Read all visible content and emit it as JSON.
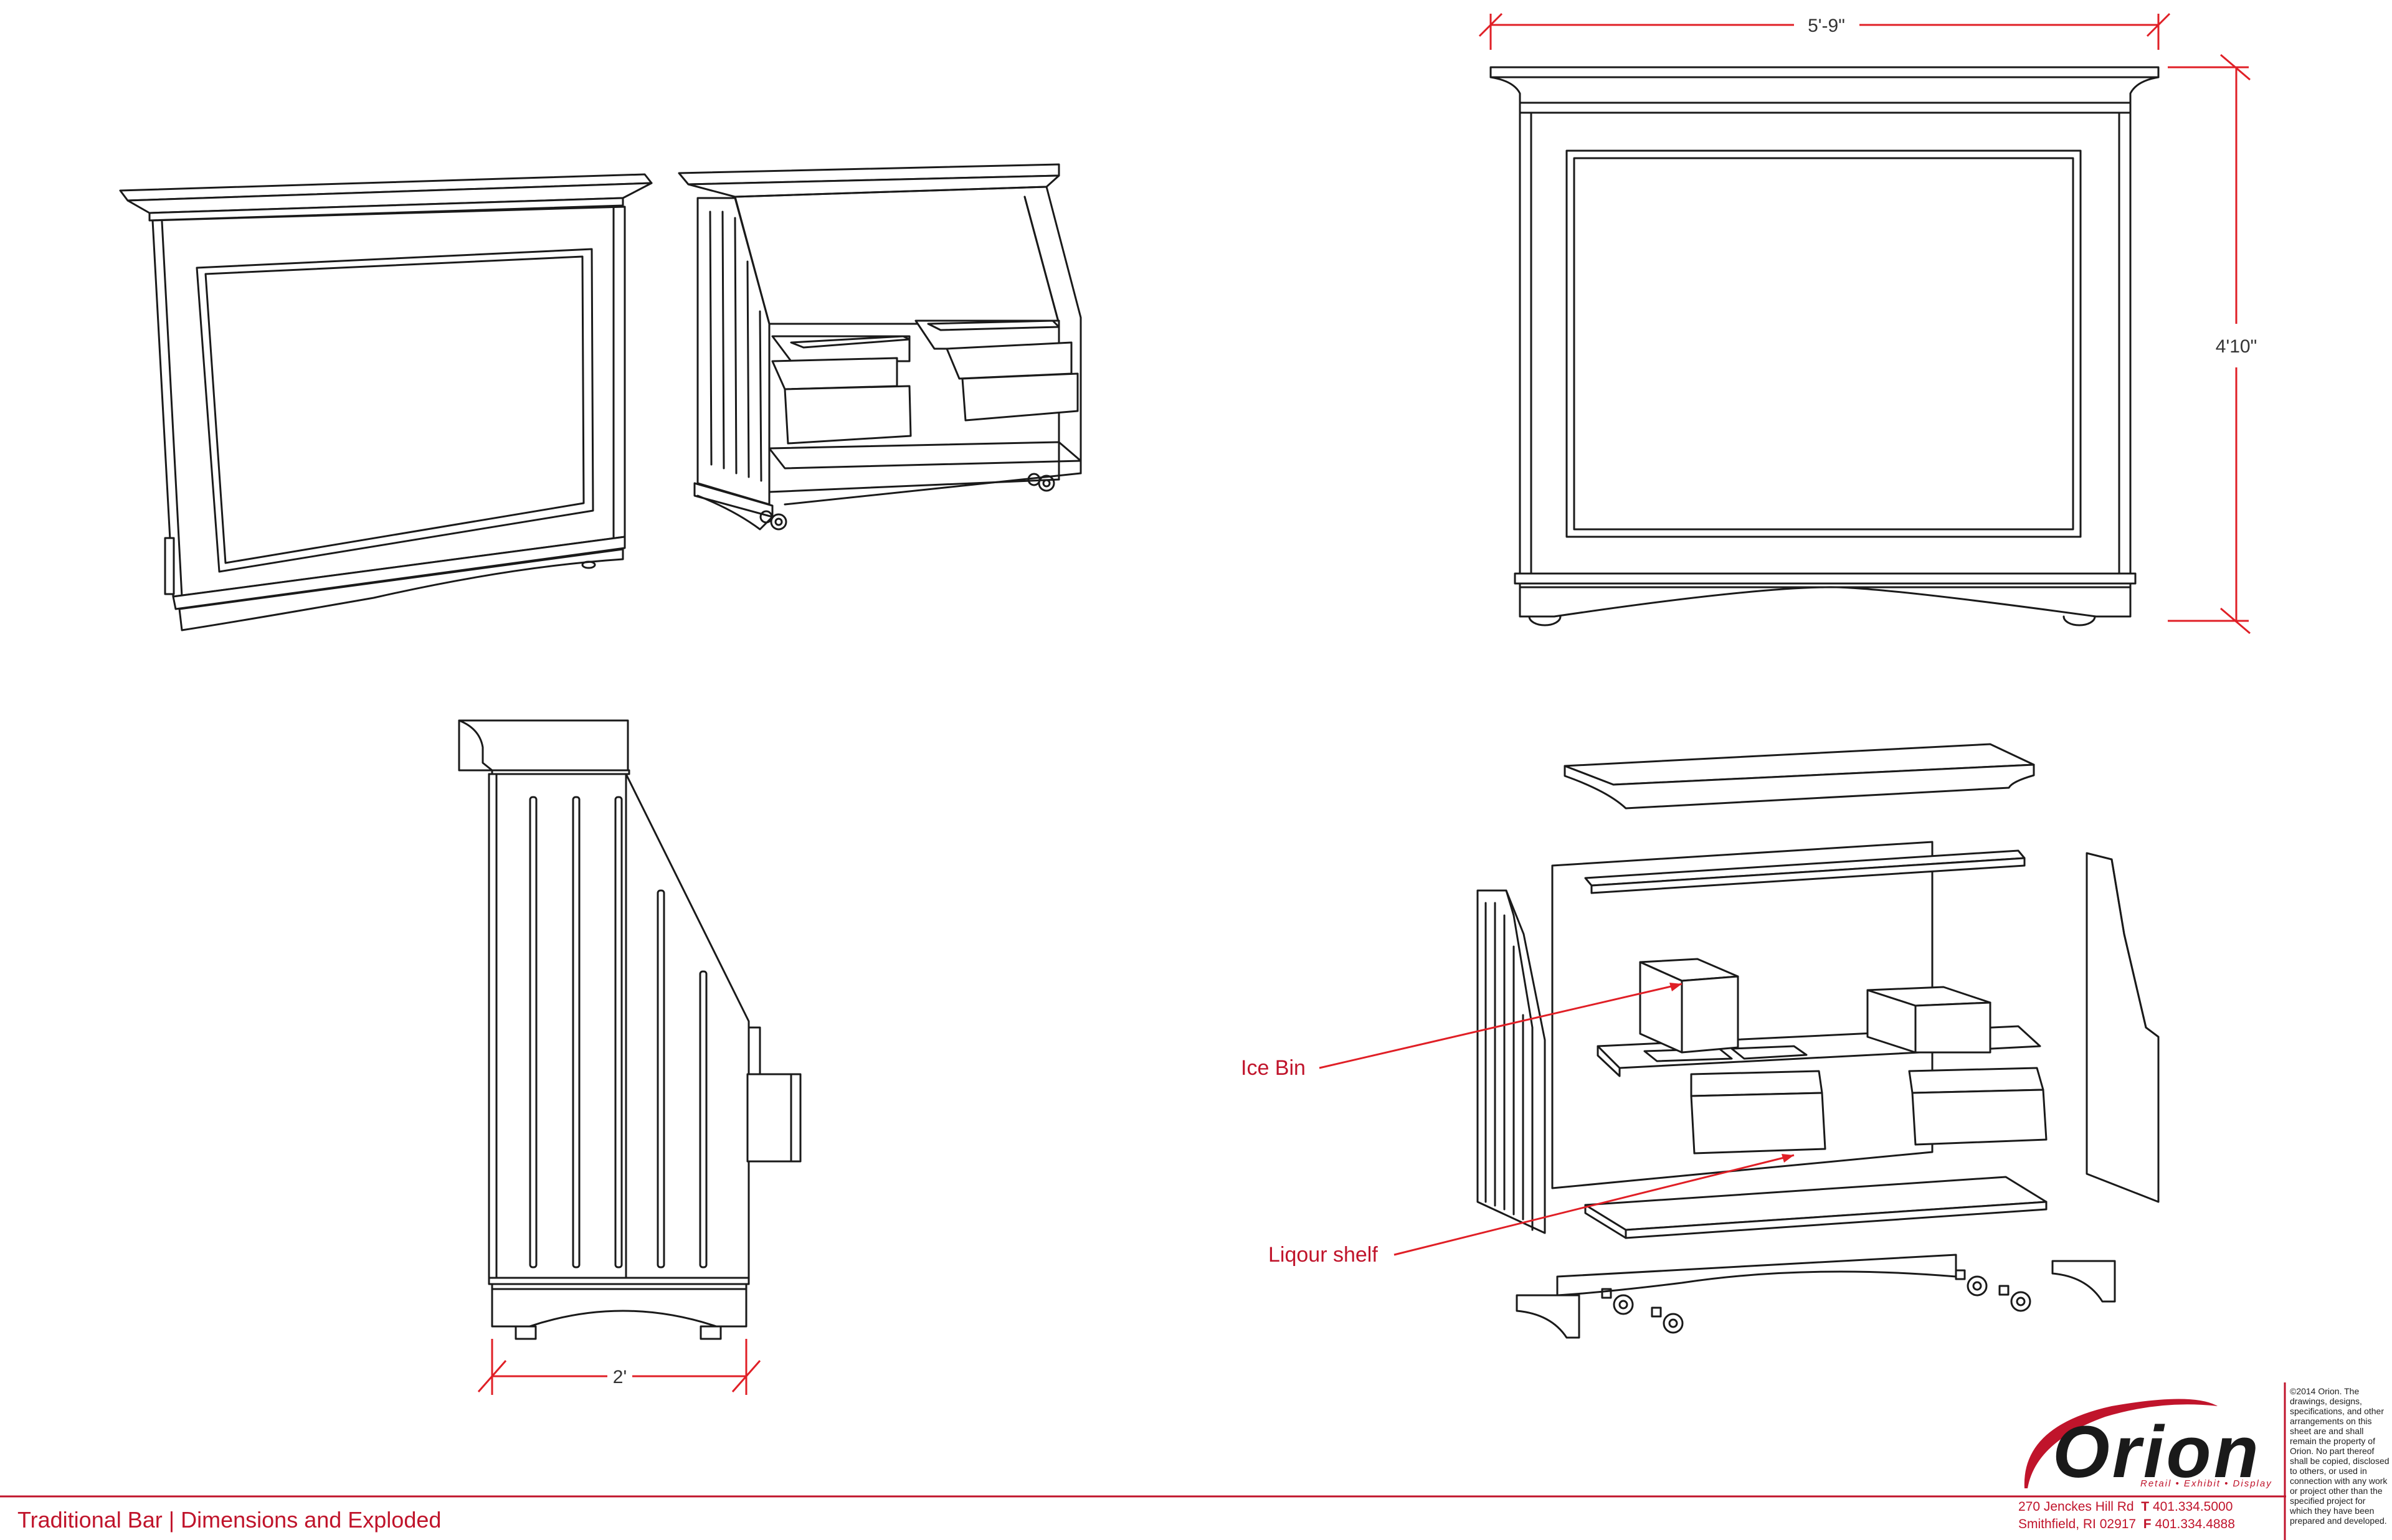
{
  "dimensions": {
    "width": "5'-9\"",
    "height": "4'10\"",
    "depth": "2'"
  },
  "callouts": {
    "ice_bin": "Ice Bin",
    "liquor_shelf": "Liqour shelf"
  },
  "footer": {
    "title": "Traditional Bar | Dimensions and Exploded",
    "address_line1": "270 Jenckes Hill Rd",
    "phone_label": "T",
    "phone": "401.334.5000",
    "address_line2": "Smithfield, RI 02917",
    "fax_label": "F",
    "fax": "401.334.4888",
    "copyright": "©2014 Orion. The drawings, designs, specifications, and other arrangements on this sheet are and shall remain the property of Orion. No part thereof shall be copied, disclosed to others, or used in connection with any work or project other than the specified project for which they have been prepared and developed."
  },
  "logo": {
    "wordmark": "Orion",
    "tagline": "Retail • Exhibit • Display",
    "brand_color": "#c0142b"
  },
  "colors": {
    "dimension_lines": "#e01f26",
    "linework": "#1a1a1a"
  }
}
